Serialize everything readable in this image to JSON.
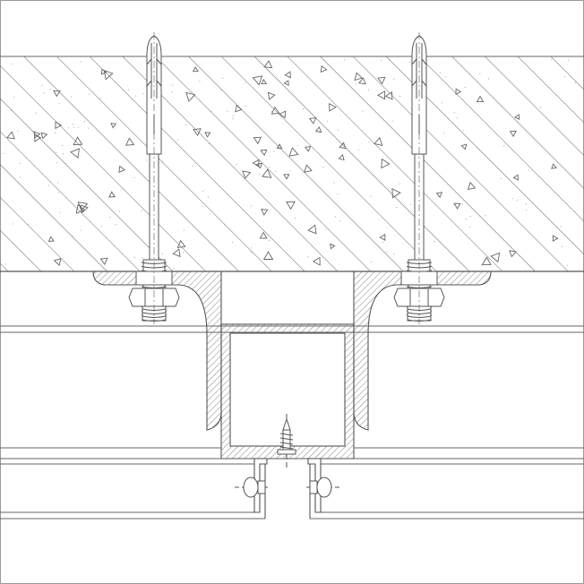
{
  "drawing": {
    "kind": "construction detail section",
    "background": "#ffffff",
    "line_color": "#555555",
    "hatch_color": "#666666",
    "components": [
      "concrete-slab",
      "expansion-anchor-bolt-left",
      "expansion-anchor-bolt-right",
      "angle-bracket-left",
      "angle-bracket-right",
      "square-steel-tube",
      "self-drilling-screw",
      "panel-clip-left",
      "panel-clip-right",
      "cladding-panels"
    ]
  }
}
